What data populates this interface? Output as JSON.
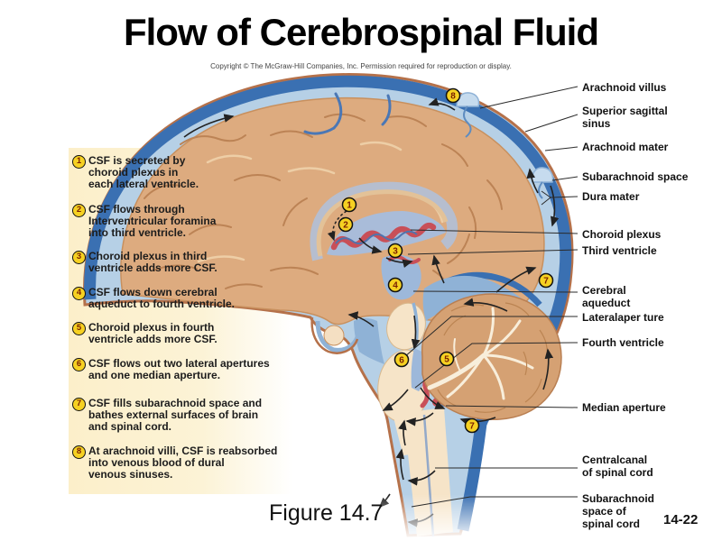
{
  "title": "Flow of Cerebrospinal Fluid",
  "copyright": "Copyright © The McGraw-Hill Companies, Inc. Permission required for reproduction  or display.",
  "figure_caption": "Figure 14.7",
  "page_number": "14-22",
  "steps": [
    {
      "num": "1",
      "text": "CSF is secreted by\nchoroid plexus in\neach lateral ventricle."
    },
    {
      "num": "2",
      "text": "CSF flows through\nInterventricular foramina\ninto third ventricle."
    },
    {
      "num": "3",
      "text": "Choroid plexus in third\nventricle adds more CSF."
    },
    {
      "num": "4",
      "text": "CSF flows down cerebral\naqueduct to fourth ventricle."
    },
    {
      "num": "5",
      "text": "Choroid plexus in fourth\nventricle adds more CSF."
    },
    {
      "num": "6",
      "text": "CSF flows out two lateral apertures\nand one median aperture."
    },
    {
      "num": "7",
      "text": "CSF fills subarachnoid space and\nbathes external surfaces of brain\nand spinal cord."
    },
    {
      "num": "8",
      "text": "At arachnoid villi, CSF is reabsorbed\ninto venous blood of dural\nvenous sinuses."
    }
  ],
  "labels": [
    {
      "text": "Arachnoid villus"
    },
    {
      "text": "Superior sagittal\nsinus"
    },
    {
      "text": "Arachnoid mater"
    },
    {
      "text": "Subarachnoid space"
    },
    {
      "text": "Dura mater"
    },
    {
      "text": "Choroid plexus"
    },
    {
      "text": "Third ventricle"
    },
    {
      "text": "Cerebral\naqueduct"
    },
    {
      "text": "Lateralaper ture"
    },
    {
      "text": "Fourth ventricle"
    },
    {
      "text": "Median aperture"
    },
    {
      "text": "Centralcanal\nof spinal cord"
    },
    {
      "text": "Subarachnoid\nspace of\nspinal cord"
    }
  ],
  "markers": [
    "1",
    "2",
    "3",
    "4",
    "5",
    "6",
    "7",
    "7",
    "8"
  ],
  "colors": {
    "marker_yellow": "#f6d122",
    "marker_number": "#7b2000",
    "sinus_dark_blue": "#3a70b2",
    "csf_light_blue": "#b6d0e6",
    "brain_tan": "#ddab7f",
    "cerebellum_tan": "#d5a173",
    "brainstem_cream": "#f6e4c8",
    "choroid_red": "#c84f58",
    "scalp_orange": "#b5714a",
    "panel_cream": "#fcefca"
  }
}
